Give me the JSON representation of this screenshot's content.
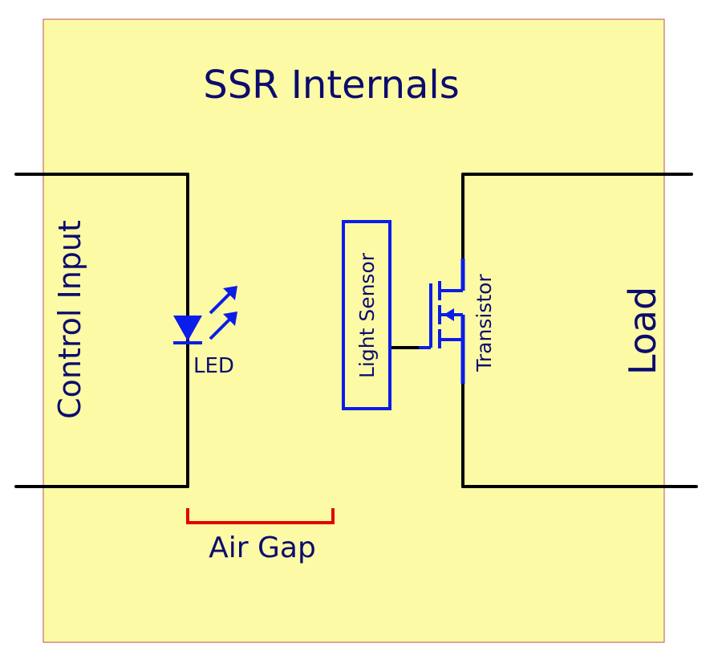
{
  "title": "SSR Internals",
  "labels": {
    "control_input": "Control Input",
    "led": "LED",
    "light_sensor": "Light Sensor",
    "transistor": "Transistor",
    "load": "Load",
    "air_gap": "Air Gap"
  },
  "colors": {
    "background": "#ffffff",
    "panel_fill": "#fdfaa5",
    "panel_border": "#c0504d",
    "wire": "#000000",
    "component": "#0b1de8",
    "text": "#0c0c6e",
    "air_gap_bracket": "#e00000"
  }
}
